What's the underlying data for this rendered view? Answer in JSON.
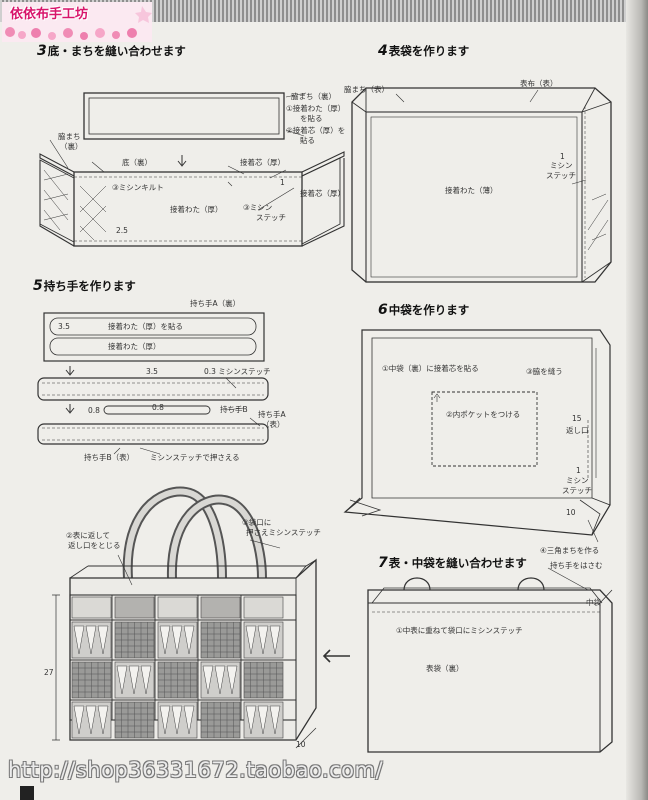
{
  "header": {
    "logo_text": "依依布手工坊",
    "watermark": "http://shop36331672.taobao.com/"
  },
  "step3": {
    "title_num": "3",
    "title": "底・まちを縫い合わせます",
    "labels": {
      "gusset_top": "脇まち（裏）",
      "step1": "①接着わた（厚）",
      "step1b": "を貼る",
      "step2": "②接着芯（厚）を",
      "step2b": "貼る",
      "gusset_side": "脇まち",
      "gusset_side_b": "（裏）",
      "bottom": "底（裏）",
      "interfacing": "接着芯（厚）",
      "step3": "③ミシンキルト",
      "batting": "接着わた（厚）",
      "step3b": "③ミシン",
      "step3c": "ステッチ",
      "num1": "1",
      "num25": "2.5"
    }
  },
  "step4": {
    "title_num": "4",
    "title": "表袋を作ります",
    "labels": {
      "gusset": "脇まち（表）",
      "outer": "表布（表）",
      "batting": "接着わた（薄）",
      "num1": "1",
      "stitch_a": "ミシン",
      "stitch_b": "ステッチ"
    }
  },
  "step5": {
    "title_num": "5",
    "title": "持ち手を作ります",
    "labels": {
      "handle_a_back": "持ち手A（裏）",
      "num35": "3.5",
      "batting_thick": "接着わた（厚）を貼る",
      "batting_thin": "接着わた（厚）",
      "m35": "3.5",
      "edge_stitch": "0.3 ミシンステッチ",
      "m08a": "0.8",
      "m08b": "0.8",
      "handle_b": "持ち手B",
      "handle_a": "持ち手A",
      "handle_a_front": "（表）",
      "handle_b_front": "持ち手B（表）",
      "press_stitch": "ミシンステッチで押さえる"
    }
  },
  "step6": {
    "title_num": "6",
    "title": "中袋を作ります",
    "labels": {
      "s1": "①中袋（裏）に接着芯を貼る",
      "s3": "③脇を縫う",
      "s2": "②内ポケットをつける",
      "num15": "15",
      "opening": "返し口",
      "num1": "1",
      "stitch_a": "ミシン",
      "stitch_b": "ステッチ",
      "num10": "10",
      "s4": "④三角まちを作る"
    }
  },
  "step7": {
    "title_num": "7",
    "title": "表・中袋を縫い合わせます",
    "labels": {
      "handle_note": "持ち手をはさむ",
      "lining": "中袋",
      "s1": "①中表に重ねて袋口にミシンステッチ",
      "outer_back": "表袋（裏）"
    }
  },
  "finished": {
    "labels": {
      "s2": "②表に返して",
      "s2b": "返し口をとじる",
      "s3": "③袋口に",
      "s3b": "押さえミシンステッチ",
      "height": "27",
      "depth": "10"
    }
  }
}
